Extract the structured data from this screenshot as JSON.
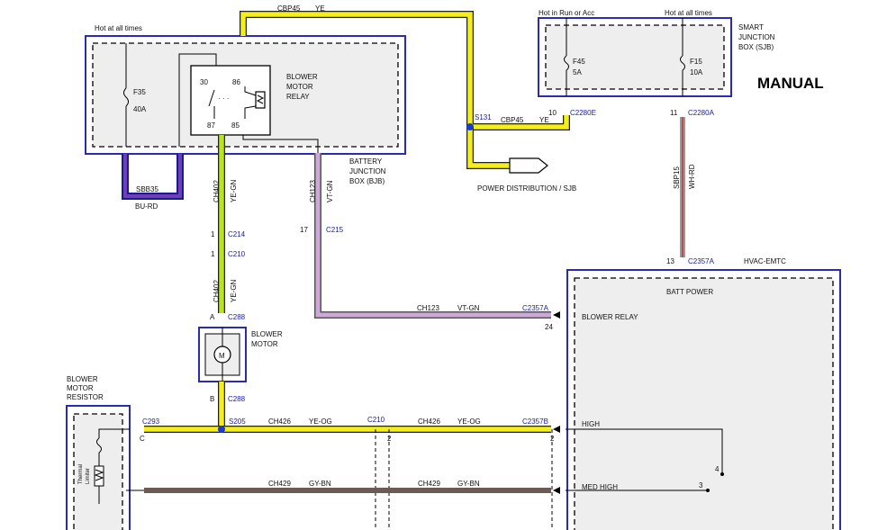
{
  "title": "MANUAL",
  "top_labels": {
    "hot_at_all_times_left": "Hot at all times",
    "hot_in_run_or_acc": "Hot in Run or Acc",
    "hot_at_all_times_right": "Hot at all times"
  },
  "bjb": {
    "label_line1": "BATTERY",
    "label_line2": "JUNCTION",
    "label_line3": "BOX (BJB)",
    "fuse_name": "F35",
    "fuse_rating": "40A",
    "relay_line1": "BLOWER",
    "relay_line2": "MOTOR",
    "relay_line3": "RELAY",
    "pin_30": "30",
    "pin_86": "86",
    "pin_87": "87",
    "pin_85": "85"
  },
  "sjb": {
    "label_line1": "SMART",
    "label_line2": "JUNCTION",
    "label_line3": "BOX (SJB)",
    "fuse_a_name": "F45",
    "fuse_a_rating": "5A",
    "fuse_b_name": "F15",
    "fuse_b_rating": "10A",
    "pin_10": "10",
    "conn_a": "C2280E",
    "pin_11": "11",
    "conn_b": "C2280A"
  },
  "wires": {
    "cbp45_top": "CBP45",
    "ye_top": "YE",
    "s131": "S131",
    "cbp45_mid": "CBP45",
    "ye_mid": "YE",
    "power_distribution": "POWER DISTRIBUTION / SJB",
    "sbb35": "SBB35",
    "bu_rd": "BU-RD",
    "ch402_a": "CH402",
    "ye_gn_a": "YE-GN",
    "ch402_b": "CH402",
    "ye_gn_b": "YE-GN",
    "ch123_v": "CH123",
    "vt_gn_v": "VT-GN",
    "sbp15": "SBP15",
    "wh_rd": "WH-RD",
    "ch123_h": "CH123",
    "vt_gn_h": "VT-GN",
    "ch426_a": "CH426",
    "ye_og_a": "YE-OG",
    "ch426_b": "CH426",
    "ye_og_b": "YE-OG",
    "ch429_a": "CH429",
    "gy_bn_a": "GY-BN",
    "ch429_b": "CH429",
    "gy_bn_b": "GY-BN",
    "s205": "S205"
  },
  "connectors": {
    "c214_pin": "1",
    "c214": "C214",
    "c210_pin": "1",
    "c210": "C210",
    "c288a_pin": "A",
    "c288a": "C288",
    "c288b_pin": "B",
    "c288b": "C288",
    "c215_pin": "17",
    "c215": "C215",
    "c2357a_top_pin": "13",
    "c2357a_top": "C2357A",
    "c2357a_mid": "C2357A",
    "c2357a_mid_pin": "24",
    "c293": "C293",
    "c293_pin": "C",
    "c210_h": "C210",
    "c210_h_pin": "2",
    "c2357b": "C2357B",
    "c2357b_pin": "2"
  },
  "blower_motor": {
    "line1": "BLOWER",
    "line2": "MOTOR",
    "symbol": "M"
  },
  "resistor": {
    "line1": "BLOWER",
    "line2": "MOTOR",
    "line3": "RESISTOR",
    "thermal_line1": "Thermal",
    "thermal_line2": "Limiter"
  },
  "hvac": {
    "label": "HVAC-EMTC",
    "batt_power": "BATT POWER",
    "blower_relay": "BLOWER RELAY",
    "high": "HIGH",
    "med_high": "MED HIGH",
    "pin_4": "4",
    "pin_3": "3"
  }
}
